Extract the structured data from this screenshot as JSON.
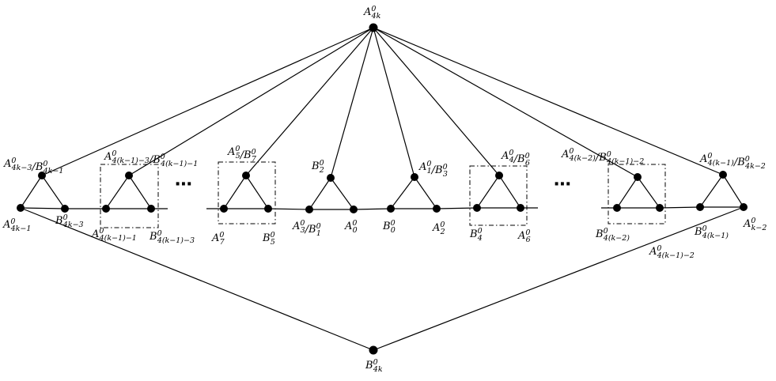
{
  "labels": [
    {
      "id": "A4k",
      "base": "A",
      "sup": "0",
      "sub": "4k"
    },
    {
      "id": "B4k",
      "base": "B",
      "sup": "0",
      "sub": "4k"
    },
    {
      "id": "tl",
      "base": "A",
      "sup": "0",
      "sub": "4k−3",
      "base2": "/B",
      "sup2": "0",
      "sub2": "4k−1"
    },
    {
      "id": "l1",
      "base": "A",
      "sup": "0",
      "sub": "4k−1"
    },
    {
      "id": "l2",
      "base": "B",
      "sup": "0",
      "sub": "4k−3"
    },
    {
      "id": "t2",
      "base": "A",
      "sup": "0",
      "sub": "4(k−1)−3",
      "base2": "/B",
      "sup2": "0",
      "sub2": "4(k−1)−1"
    },
    {
      "id": "l3",
      "base": "A",
      "sup": "0",
      "sub": "4(k−1)−1"
    },
    {
      "id": "l4",
      "base": "B",
      "sup": "0",
      "sub": "4(k−1)−3"
    },
    {
      "id": "t3",
      "base": "A",
      "sup": "0",
      "sub": "5",
      "base2": "/B",
      "sup2": "0",
      "sub2": "7"
    },
    {
      "id": "l5",
      "base": "A",
      "sup": "0",
      "sub": "7"
    },
    {
      "id": "l6",
      "base": "B",
      "sup": "0",
      "sub": "5"
    },
    {
      "id": "t4",
      "base": "B",
      "sup": "0",
      "sub": "2"
    },
    {
      "id": "l7",
      "base": "A",
      "sup": "0",
      "sub": "3",
      "base2": "/B",
      "sup2": "0",
      "sub2": "1"
    },
    {
      "id": "l8",
      "base": "A",
      "sup": "0",
      "sub": "0"
    },
    {
      "id": "t5",
      "base": "A",
      "sup": "0",
      "sub": "1",
      "base2": "/B",
      "sup2": "0",
      "sub2": "3"
    },
    {
      "id": "l9",
      "base": "B",
      "sup": "0",
      "sub": "0"
    },
    {
      "id": "l10",
      "base": "A",
      "sup": "0",
      "sub": "2"
    },
    {
      "id": "t6",
      "base": "A",
      "sup": "0",
      "sub": "4",
      "base2": "/B",
      "sup2": "0",
      "sub2": "6"
    },
    {
      "id": "l11",
      "base": "B",
      "sup": "0",
      "sub": "4"
    },
    {
      "id": "l12",
      "base": "A",
      "sup": "0",
      "sub": "6"
    },
    {
      "id": "t7",
      "base": "A",
      "sup": "0",
      "sub": "4(k−2)",
      "base2": "/B",
      "sup2": "0",
      "sub2": "4(k−1)−2"
    },
    {
      "id": "l13",
      "base": "B",
      "sup": "0",
      "sub": "4(k−2)"
    },
    {
      "id": "t8",
      "base": "A",
      "sup": "0",
      "sub": "4(k−1)",
      "base2": "/B",
      "sup2": "0",
      "sub2": "4k−2"
    },
    {
      "id": "l14",
      "base": "B",
      "sup": "0",
      "sub": "4(k−1)"
    },
    {
      "id": "l15",
      "base": "A",
      "sup": "0",
      "sub": "k−2"
    },
    {
      "id": "l16",
      "base": "A",
      "sup": "0",
      "sub": "4(k−1)−2"
    }
  ],
  "ellipsis": "⋯"
}
